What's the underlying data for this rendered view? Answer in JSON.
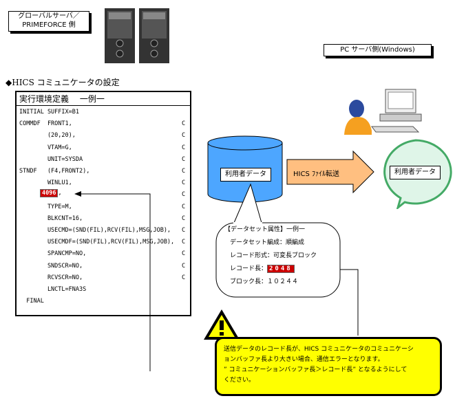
{
  "global_server_label": [
    "グローバルサーバ／",
    "PRIMEFORCE 側"
  ],
  "pc_server_label": "PC サーバ側(Windows)",
  "section_title": "◆HICS コミュニケータの設定",
  "definition": {
    "title": "実行環境定義　 一例一",
    "lines": [
      {
        "text": "INITIAL SUFFIX=B1",
        "cont": ""
      },
      {
        "text": "COMMDF  FRONT1,",
        "cont": "C"
      },
      {
        "text": "        (20,20),",
        "cont": "C"
      },
      {
        "text": "        VTAM=G,",
        "cont": "C"
      },
      {
        "text": "        UNIT=SYSDA",
        "cont": "C"
      },
      {
        "text": "STNDF   (F4,FRONT2),",
        "cont": "C"
      },
      {
        "text": "        WINLU1,",
        "cont": "C"
      },
      {
        "text": "",
        "cont": "C"
      },
      {
        "text": "        TYPE=M,",
        "cont": "C"
      },
      {
        "text": "        BLKCNT=16,",
        "cont": "C"
      },
      {
        "text": "        USECMD=(SND(FIL),RCV(FIL),MSG,JOB),",
        "cont": "C"
      },
      {
        "text": "        USECMDF=(SND(FIL),RCV(FIL),MSG,JOB),",
        "cont": "C"
      },
      {
        "text": "        SPANCMP=NO,",
        "cont": "C"
      },
      {
        "text": "        SNDSCR=NO,",
        "cont": "C"
      },
      {
        "text": "        RCVSCR=NO,",
        "cont": "C"
      },
      {
        "text": "        LNCTL=FNA3S",
        "cont": ""
      },
      {
        "text": "  FINAL",
        "cont": ""
      }
    ],
    "highlight_value": "4096",
    "highlight_suffix": ","
  },
  "user_data_label": "利用者データ",
  "transfer_label": "HICS ﾌｧｲﾙ転送",
  "pc_user_data_label": "利用者データ",
  "dataset": {
    "title": "【データセット属性】一例一",
    "org": "データセット編成：順編成",
    "format": "レコード形式：可変長ブロック",
    "reclen_label": "レコード長：",
    "reclen_value": "2048",
    "blklen": "ブロック長：１０２４４"
  },
  "warning": {
    "lines": [
      "送信データのレコード長が、HICS コミュニケータのコミュニケーシ",
      "ョンバッファ長より大きい場合、通信エラーとなります。",
      "” コミュニケーションバッファ長＞レコード長” となるようにして",
      "ください。"
    ]
  },
  "colors": {
    "cylinder": "#4da6ff",
    "arrow": "#ffbf80",
    "pc_bubble": "#dff5e8",
    "pc_bubble_border": "#44aa66",
    "warning_bg": "#ffff00",
    "highlight": "#cc0000"
  }
}
